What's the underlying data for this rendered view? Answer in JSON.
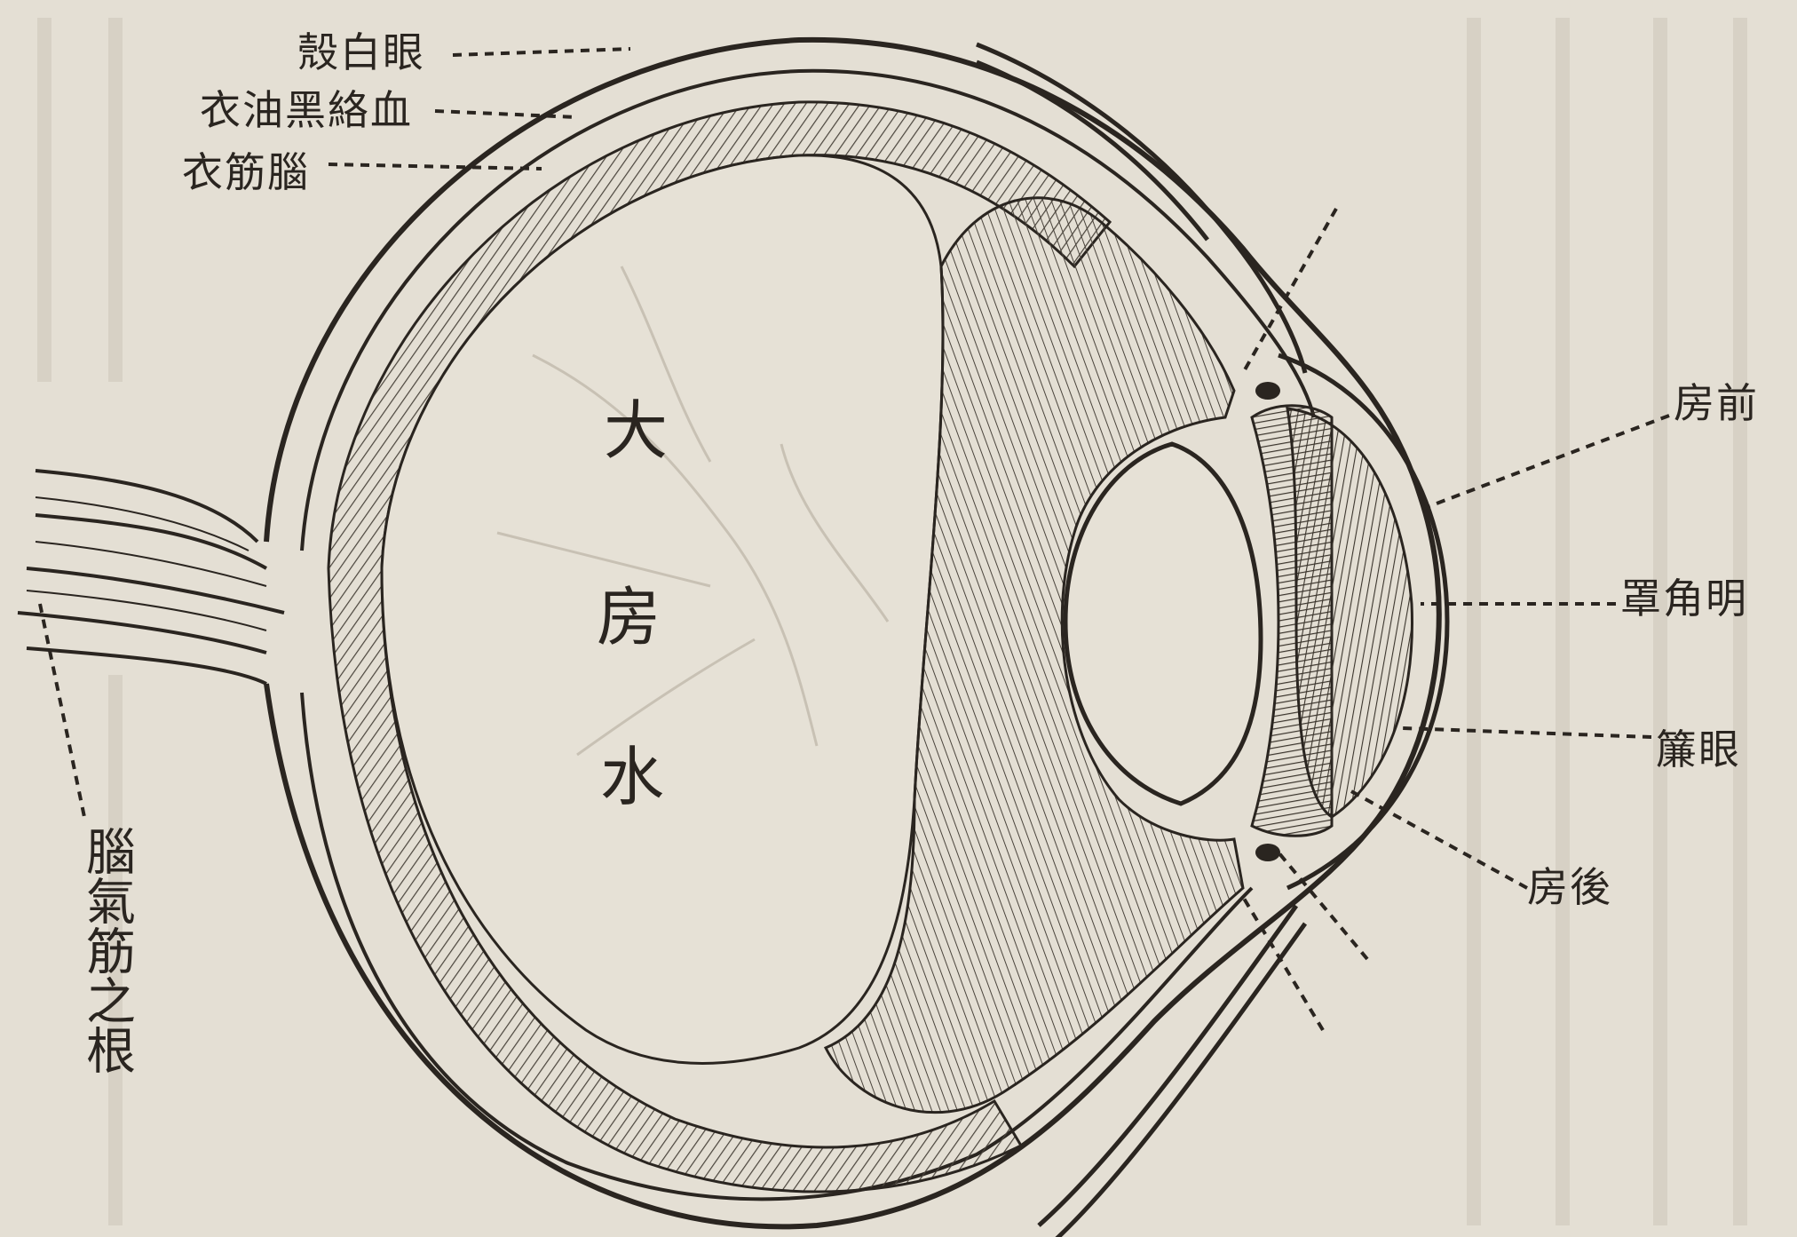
{
  "labels": {
    "sclera": "殼白眼",
    "choroid": "衣油黑絡血",
    "retina": "衣筋腦",
    "vitreous_1": "大",
    "vitreous_2": "房",
    "vitreous_3": "水",
    "optic_nerve": "腦氣筋之根",
    "anterior_chamber": "房前",
    "cornea": "罩角明",
    "iris": "簾眼",
    "posterior_chamber": "房後"
  },
  "colors": {
    "paper": "#e4dfd4",
    "ink": "#2a2520",
    "hatch": "#5a544c",
    "faint_bleed": "#cfc9bd"
  }
}
